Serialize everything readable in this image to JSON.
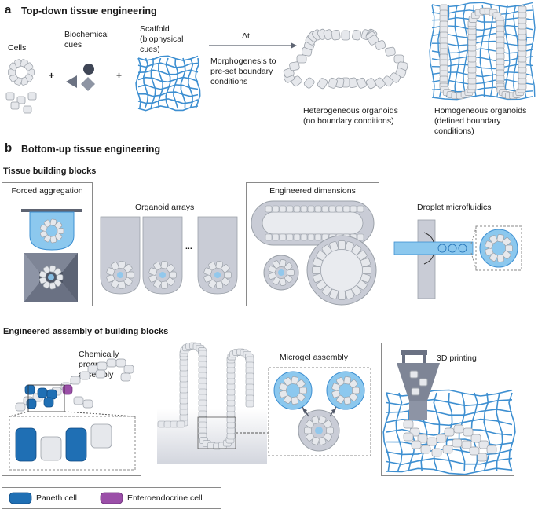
{
  "panel_a": {
    "letter": "a",
    "title": "Top-down tissue engineering",
    "cells_label": "Cells",
    "biochemical_label": "Biochemical\ncues",
    "scaffold_label": "Scaffold\n(biophysical\ncues)",
    "plus1": "+",
    "plus2": "+",
    "delta_t": "Δt",
    "morphogenesis": "Morphogenesis to\npre-set boundary\nconditions",
    "heterogeneous": "Heterogeneous organoids\n(no boundary conditions)",
    "homogeneous": "Homogeneous organoids\n(defined boundary\nconditions)"
  },
  "panel_b": {
    "letter": "b",
    "title": "Bottom-up tissue engineering",
    "building_blocks_title": "Tissue building blocks",
    "forced_aggregation": "Forced aggregation",
    "organoid_arrays": "Organoid arrays",
    "ellipsis": "...",
    "engineered_dimensions": "Engineered dimensions",
    "droplet_microfluidics": "Droplet microfluidics",
    "assembly_title": "Engineered assembly of building blocks",
    "chemically_programmed": "Chemically\nprogrammed\nassembly",
    "microgel_assembly": "Microgel assembly",
    "printing": "3D printing"
  },
  "legend": {
    "paneth": "Paneth cell",
    "enteroendocrine": "Enteroendocrine cell"
  },
  "colors": {
    "cell_fill": "#e6e8ec",
    "cell_stroke": "#9aa0a8",
    "scaffold_blue": "#3d8fd1",
    "light_blue": "#8cc8ee",
    "paneth_blue": "#1f6fb4",
    "enteroendocrine_purple": "#9b4fa8",
    "well_gray": "#c9ccd6",
    "dark_gray": "#5e6472"
  }
}
